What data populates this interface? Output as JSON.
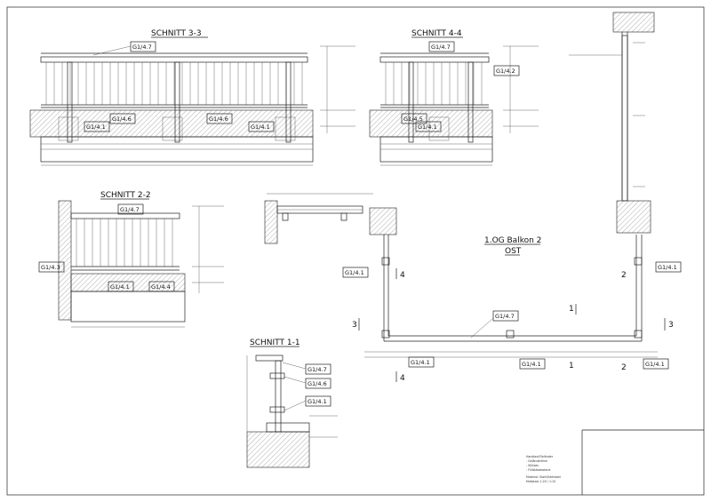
{
  "sections": {
    "s33": "SCHNITT 3-3",
    "s44": "SCHNITT 4-4",
    "s22": "SCHNITT 2-2",
    "s11": "SCHNITT 1-1"
  },
  "plan": {
    "title": "1.OG Balkon 2",
    "subtitle": "OST",
    "marker_1": "1",
    "marker_2": "2",
    "marker_3": "3",
    "marker_4": "4"
  },
  "tags": {
    "g147": "G1/4.7",
    "g146": "G1/4.6",
    "g141": "G1/4.1",
    "g145": "G1/4.5",
    "g142": "G1/4.2",
    "g143": "G1/4.3",
    "g144": "G1/4.4"
  },
  "title_block": {
    "line1": "Handlauf/Geländer",
    "line2": "- Geländeröhre",
    "line3": "- Stützen",
    "line4": "- Füllstababstand",
    "line5": "Material: Stahl/Edelstahl",
    "line6": "Maßstab: 1:20 / 1:10"
  }
}
